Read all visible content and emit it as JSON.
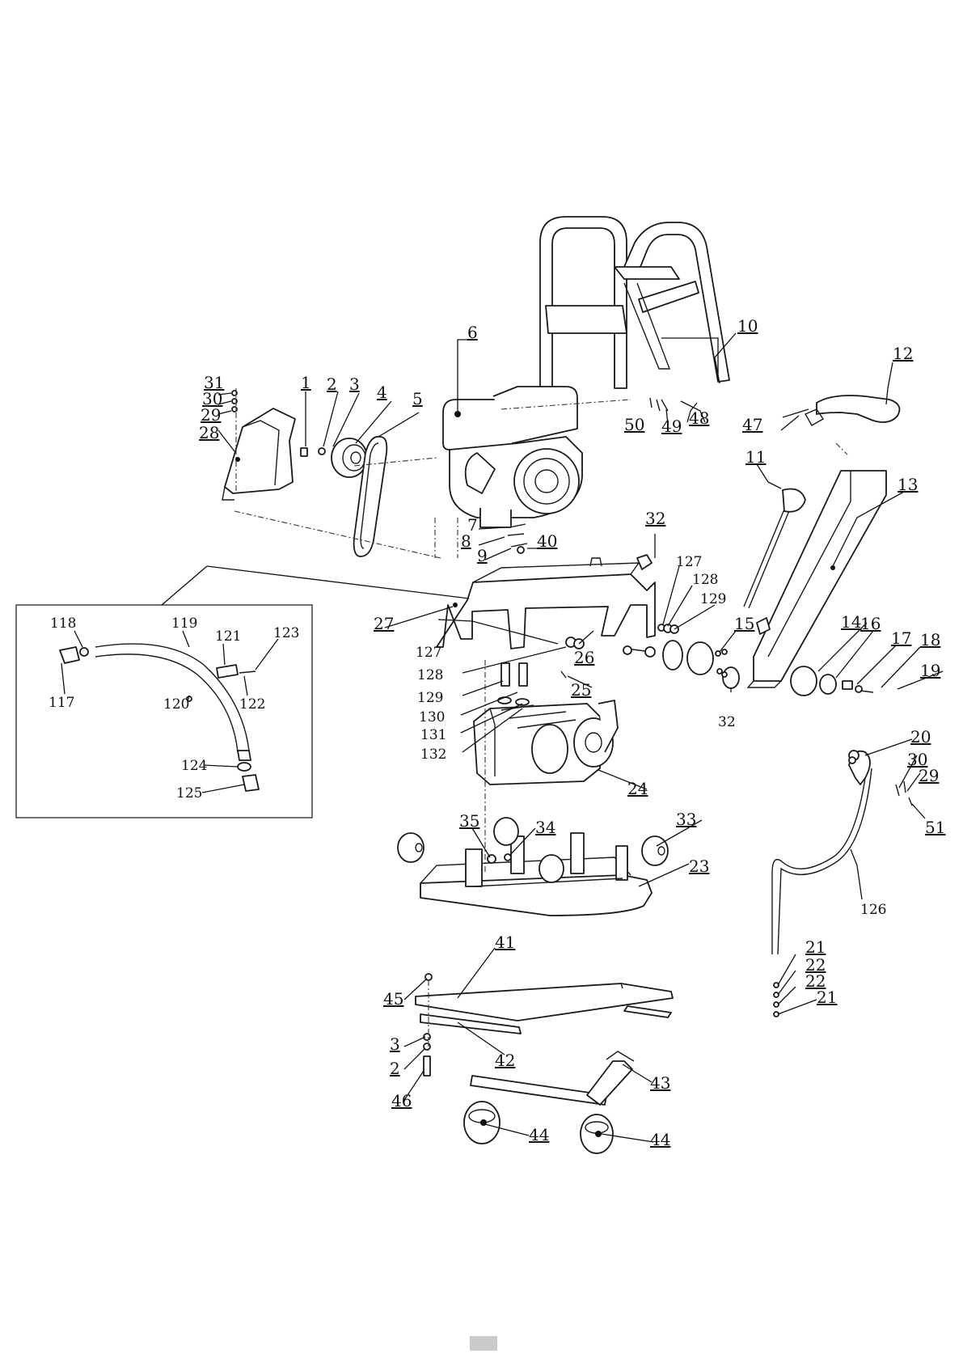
{
  "labels": {
    "l1": "1",
    "l2": "2",
    "l3": "3",
    "l4": "4",
    "l5": "5",
    "l6": "6",
    "l7": "7",
    "l8": "8",
    "l9": "9",
    "l10": "10",
    "l11": "11",
    "l12": "12",
    "l13": "13",
    "l14": "14",
    "l15": "15",
    "l16": "16",
    "l17": "17",
    "l18": "18",
    "l19": "19",
    "l20": "20",
    "l21a": "21",
    "l21b": "21",
    "l22a": "22",
    "l22b": "22",
    "l23": "23",
    "l24": "24",
    "l25": "25",
    "l26": "26",
    "l27": "27",
    "l28": "28",
    "l29": "29",
    "l29b": "29",
    "l30": "30",
    "l30b": "30",
    "l31": "31",
    "l32a": "32",
    "l32b": "32",
    "l33": "33",
    "l34": "34",
    "l35": "35",
    "l3b": "3",
    "l2b": "2",
    "l40": "40",
    "l41": "41",
    "l42": "42",
    "l43": "43",
    "l44a": "44",
    "l44b": "44",
    "l45": "45",
    "l46": "46",
    "l47": "47",
    "l48": "48",
    "l49": "49",
    "l50": "50",
    "l51": "51",
    "l127a": "127",
    "l127b": "127",
    "l128a": "128",
    "l128b": "128",
    "l129a": "129",
    "l129b": "129",
    "l130": "130",
    "l131": "131",
    "l132": "132",
    "l126": "126",
    "l117": "117",
    "l118": "118",
    "l119": "119",
    "l120": "120",
    "l121": "121",
    "l122": "122",
    "l123": "123",
    "l124": "124",
    "l125": "125"
  }
}
